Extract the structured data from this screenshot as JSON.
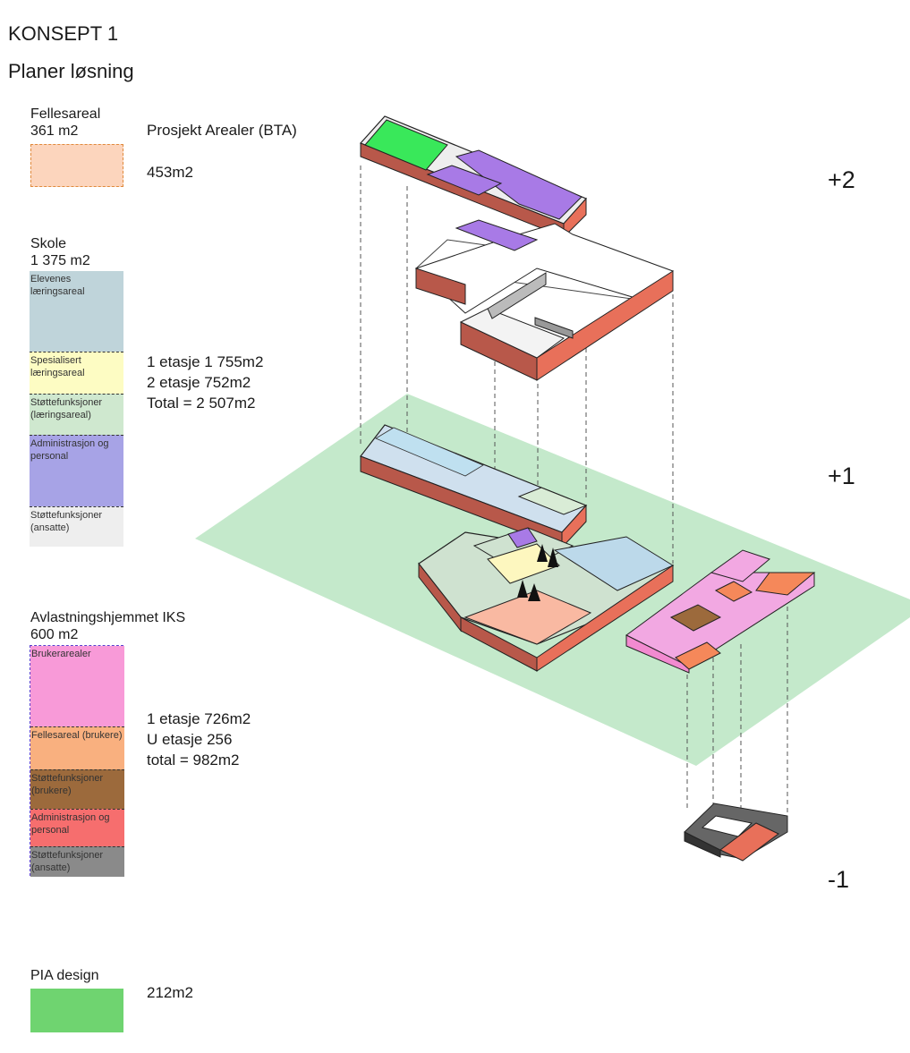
{
  "header": {
    "title": "KONSEPT 1",
    "subtitle": "Planer løsning"
  },
  "fellesareal": {
    "label": "Fellesareal",
    "area": "361 m2",
    "color": "#fcd5bd",
    "project_label": "Prosjekt Arealer (BTA)",
    "project_value": "453m2"
  },
  "skole": {
    "label": "Skole",
    "area": "1 375 m2",
    "bands": [
      {
        "label": "Elevenes læringsareal",
        "color": "#bfd4da"
      },
      {
        "label": "Spesialisert læringsareal",
        "color": "#fdfcc3"
      },
      {
        "label": "Støttefunksjoner (læringsareal)",
        "color": "#cfe8cf"
      },
      {
        "label": "Administrasjon og personal",
        "color": "#a7a3e6"
      },
      {
        "label": "Støttefunksjoner (ansatte)",
        "color": "#eeeeee"
      }
    ],
    "notes": [
      "1 etasje 1 755m2",
      "2 etasje 752m2",
      "Total = 2 507m2"
    ]
  },
  "avlastning": {
    "label": "Avlastningshjemmet IKS",
    "area": "600 m2",
    "bands": [
      {
        "label": "Brukerarealer",
        "color": "#f89ad8"
      },
      {
        "label": "Fellesareal (brukere)",
        "color": "#f9b07f"
      },
      {
        "label": "Støttefunksjoner (brukere)",
        "color": "#9c6a3c"
      },
      {
        "label": "Administrasjon og personal",
        "color": "#f66e6e"
      },
      {
        "label": "Støttefunksjoner (ansatte)",
        "color": "#8a8a8a"
      }
    ],
    "notes": [
      "1 etasje 726m2",
      "U etasje 256",
      "total = 982m2"
    ]
  },
  "pia": {
    "label": "PIA design",
    "area": "212m2",
    "color": "#6fd470"
  },
  "levels": [
    "+2",
    "+1",
    "-1"
  ]
}
